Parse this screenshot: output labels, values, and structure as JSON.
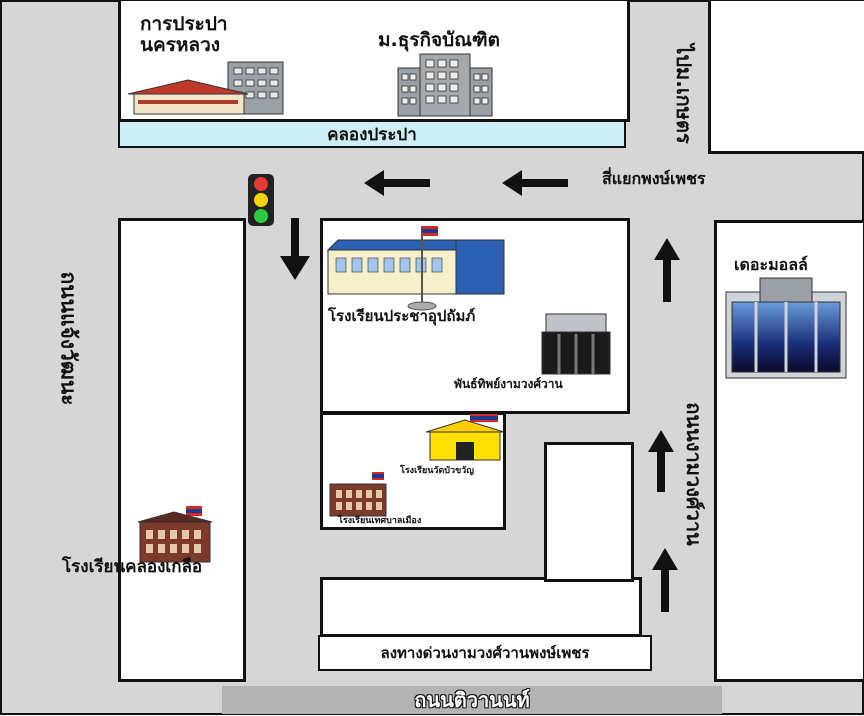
{
  "landmarks": {
    "waterworks": "การประปา\nนครหลวง",
    "university": "ม.ธุรกิจบัณฑิต",
    "canal": "คลองประปา",
    "to_kaset": "ไปม.เกษตร",
    "to_intersection": "สี่แยกพงษ์เพชร",
    "the_mall": "เดอะมอลล์",
    "school_pracha": "โรงเรียนประชาอุปถัมภ์",
    "museum": "พันธ์ทิพย์งามวงศ์วาน",
    "school_temple": "โรงเรียนวัดบัวขวัญ",
    "school_small": "โรงเรียนเทศบาลเมือง",
    "school_klong": "โรงเรียนคลองเกลือ",
    "exit_sign": "ลงทางด่วนงามวงศ์วานพงษ์เพชร"
  },
  "roads": {
    "left_road": "ถนนแจ้งวัฒนะ",
    "right_road": "ถนนงามวงศ์วาน",
    "bottom_road": "ถนนติวานนท์"
  },
  "colors": {
    "road": "#d6d6d6",
    "canal": "#cdeef7",
    "signal_red": "#e53935",
    "signal_yellow": "#f5d50a",
    "signal_green": "#2ecc40"
  }
}
